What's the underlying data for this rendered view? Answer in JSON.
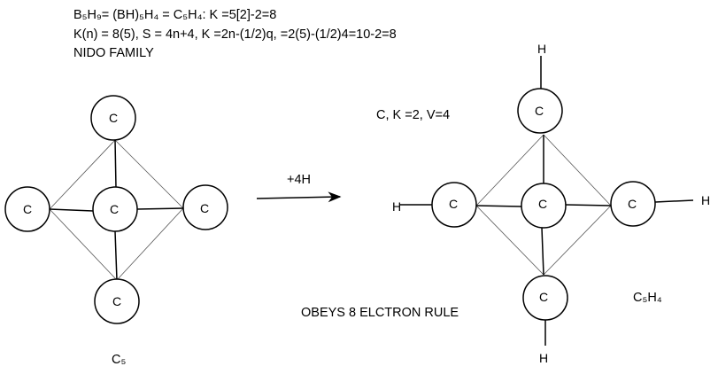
{
  "header": {
    "line1": "B₅H₉= (BH)₅H₄ = C₅H₄: K =5[2]-2=8",
    "line2": "K(n) = 8(5), S = 4n+4, K =2n-(1/2)q, =2(5)-(1/2)4=10-2=8",
    "line3": "NIDO FAMILY"
  },
  "reaction": {
    "arrow_label": "+4H",
    "arrow_icon": "right-arrow"
  },
  "left_molecule": {
    "formula": "C₅",
    "atoms": [
      "C",
      "C",
      "C",
      "C",
      "C"
    ]
  },
  "right_molecule": {
    "formula": "C₅H₄",
    "atoms": [
      "C",
      "C",
      "C",
      "C",
      "C"
    ],
    "hydrogens": [
      "H",
      "H",
      "H",
      "H"
    ],
    "note": "C, K =2, V=4",
    "rule": "OBEYS 8 ELCTRON RULE"
  }
}
